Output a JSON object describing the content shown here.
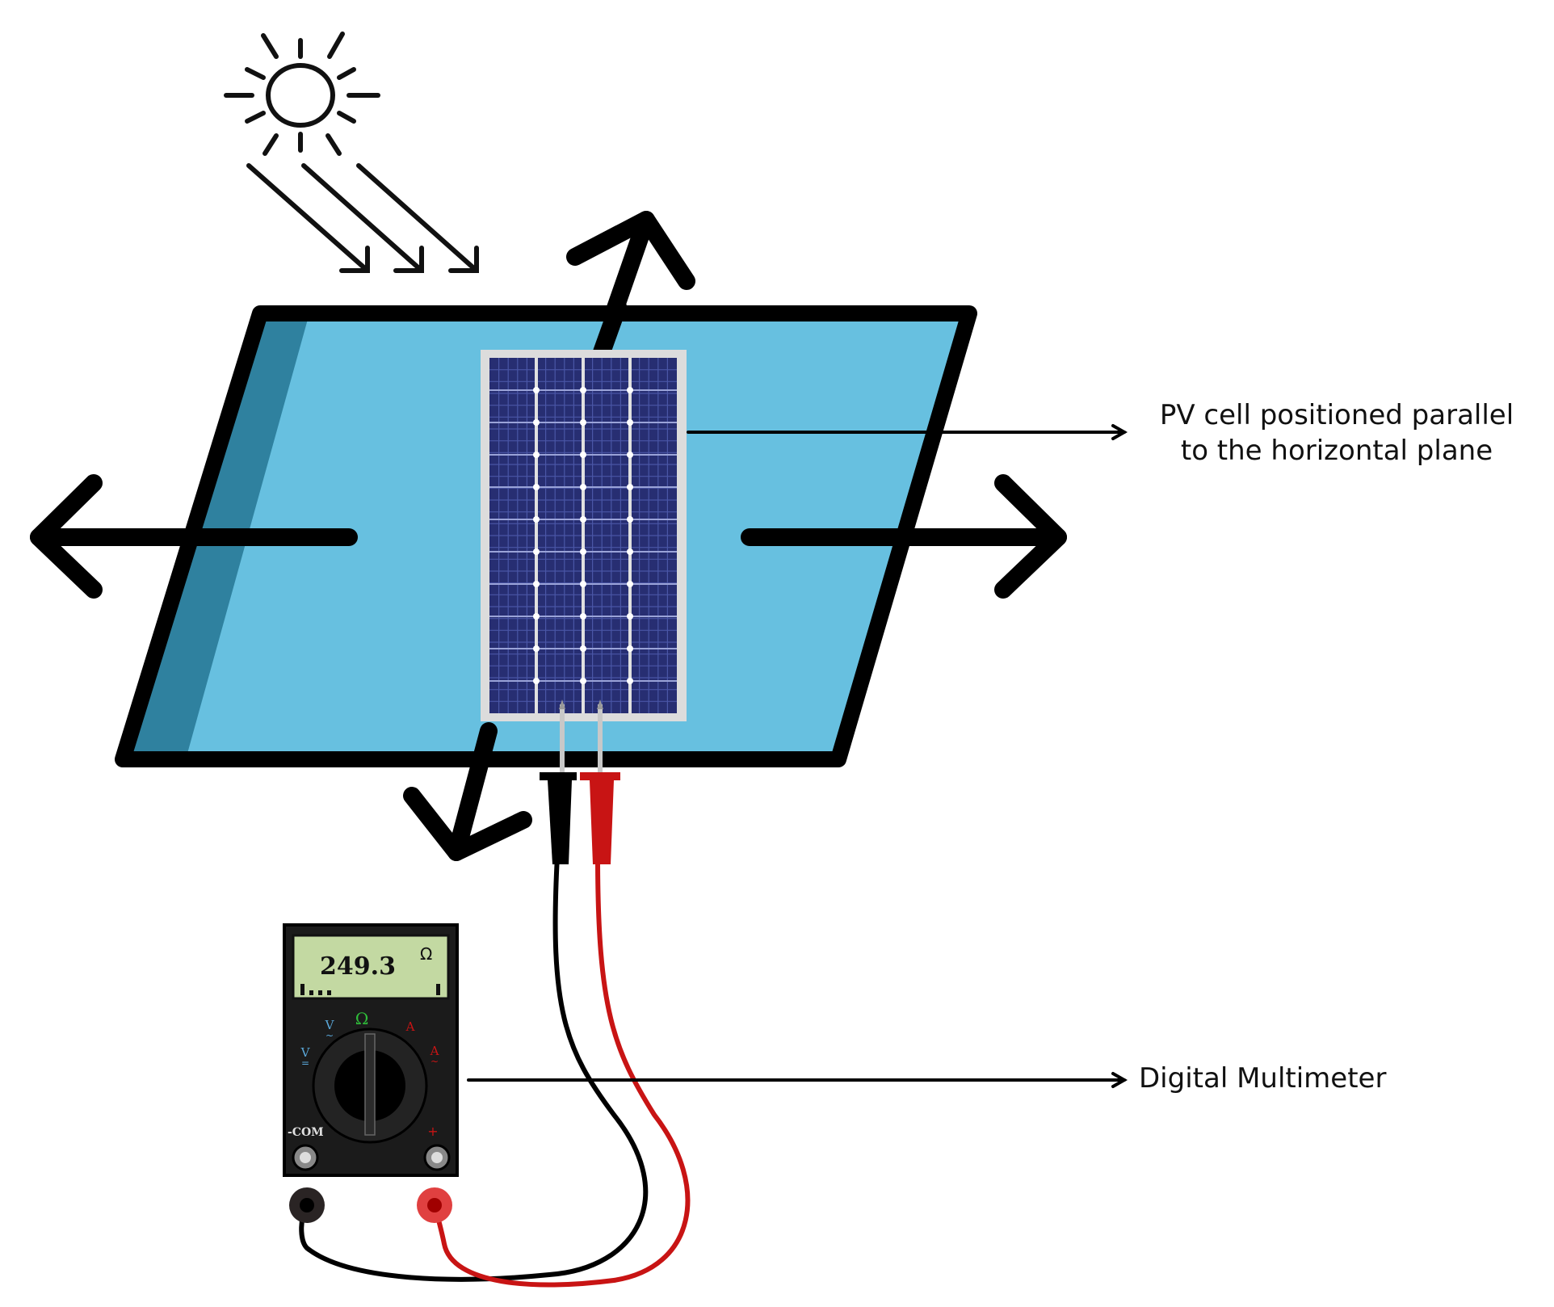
{
  "labels": {
    "pv_cell_line1": "PV cell positioned parallel",
    "pv_cell_line2": "to the horizontal plane",
    "multimeter": "Digital Multimeter"
  },
  "multimeter": {
    "reading": "249.3",
    "unit": "Ω",
    "dial_omega": "Ω",
    "dial_v": "V",
    "dial_a": "A",
    "port_com": "-COM",
    "port_plus": "+"
  },
  "colors": {
    "plane_fill": "#67c0e0",
    "plane_shadow": "#2f819f",
    "panel_cells": "#272e72",
    "probe_red": "#c81414",
    "lcd": "#c3d9a2",
    "omega_green": "#2fbd3a",
    "dial_blue": "#5aa7d8"
  },
  "icons": [
    "sun-icon",
    "sunlight-rays-icon",
    "axis-arrow-icon",
    "solar-panel-icon",
    "multimeter-icon",
    "probe-icon"
  ]
}
